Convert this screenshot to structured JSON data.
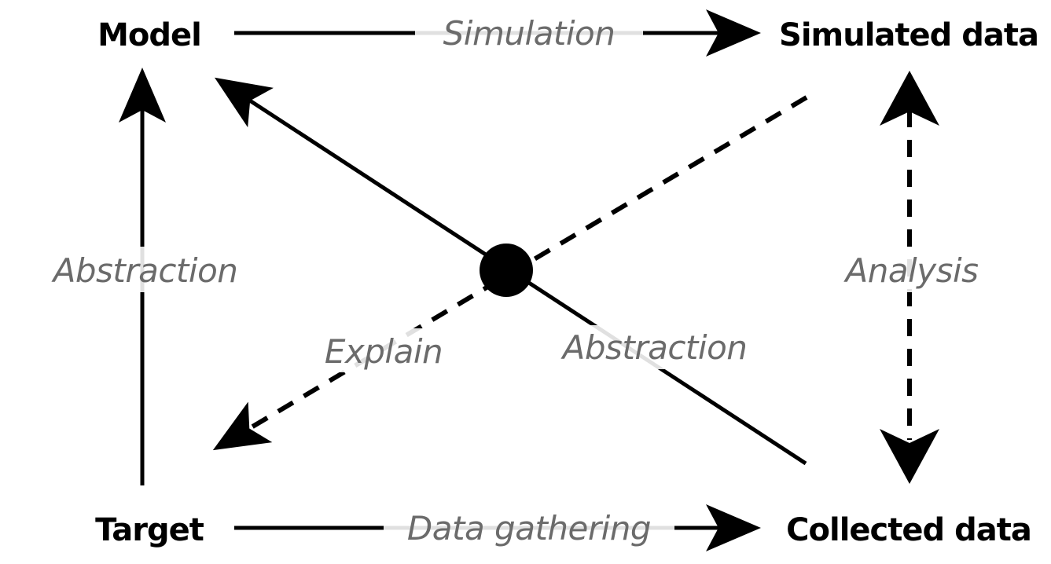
{
  "nodes": {
    "model": "Model",
    "simulated_data": "Simulated data",
    "target": "Target",
    "collected_data": "Collected data"
  },
  "edges": {
    "simulation": "Simulation",
    "data_gathering": "Data gathering",
    "abstraction_left": "Abstraction",
    "analysis": "Analysis",
    "explain": "Explain",
    "abstraction_diagonal": "Abstraction"
  }
}
